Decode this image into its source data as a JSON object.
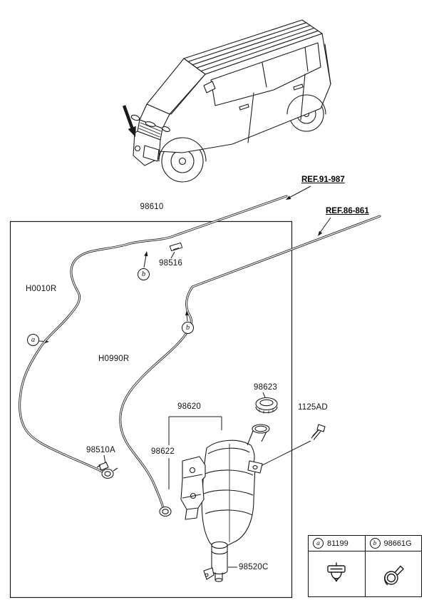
{
  "refs": {
    "cowl_ref": "REF.91-987",
    "rear_ref": "REF.86-861"
  },
  "parts": {
    "hose_assembly": "98610",
    "front_hose": "H0010R",
    "connector": "98516",
    "rear_hose": "H0990R",
    "filler_cap": "98623",
    "reservoir": "98620",
    "screw": "1125AD",
    "hose_clamp": "98510A",
    "bracket": "98622",
    "washer_pump": "98520C"
  },
  "markers": {
    "a": "a",
    "b": "b"
  },
  "legend": {
    "items": [
      {
        "letter": "a",
        "part": "81199",
        "icon": "hose-clip-icon"
      },
      {
        "letter": "b",
        "part": "98661G",
        "icon": "spring-clamp-icon"
      }
    ]
  },
  "colors": {
    "line": "#1a1a1a",
    "background": "#ffffff"
  }
}
